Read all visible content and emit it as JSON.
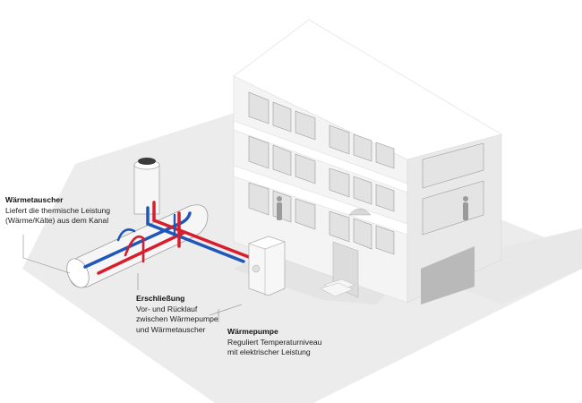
{
  "labels": {
    "exchanger": {
      "title": "Wärmetauscher",
      "lines": [
        "Liefert die thermische Leistung",
        "(Wärme/Kälte) aus dem Kanal"
      ]
    },
    "connection": {
      "title": "Erschließung",
      "lines": [
        "Vor- und Rücklauf",
        "zwischen Wärmepumpe",
        "und Wärmetauscher"
      ]
    },
    "heatpump": {
      "title": "Wärmepumpe",
      "lines": [
        "Reguliert Temperaturniveau",
        "mit elektrischer Leistung"
      ]
    }
  },
  "colors": {
    "supply": "#d81e2c",
    "return": "#1f57b8",
    "ground": "#ececec",
    "wall": "#ffffff",
    "shade": "#d6d6d6",
    "glass": "#e2e2e2",
    "mullion": "#9a9a9a"
  },
  "icons": [
    "person-silhouette",
    "manhole-cover"
  ]
}
